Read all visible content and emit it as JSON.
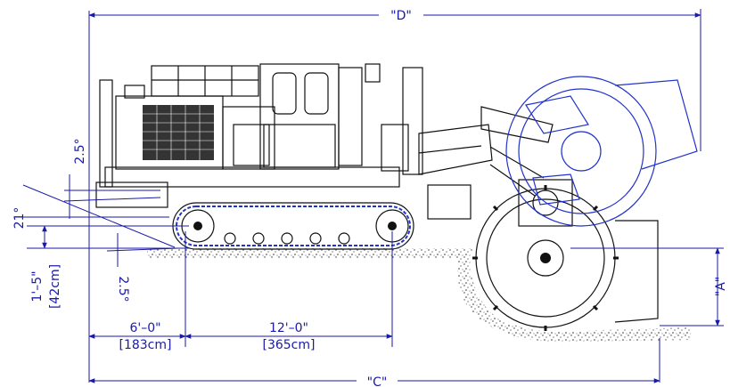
{
  "labels": {
    "dim_d": "\"D\"",
    "dim_c": "\"C\"",
    "dim_a": "\"A\"",
    "track_offset_ft": "6'–0\"",
    "track_offset_cm": "[183cm]",
    "track_length_ft": "12'–0\"",
    "track_length_cm": "[365cm]",
    "ground_clearance_ft": "1'–5\"",
    "ground_clearance_cm": "[42cm]",
    "angle_upper": "2.5°",
    "angle_approach": "21°",
    "angle_lower": "2.5°"
  },
  "colors": {
    "dimension": "#1a1aa8",
    "machine": "#111111",
    "wheel_raised": "#2233cc"
  }
}
